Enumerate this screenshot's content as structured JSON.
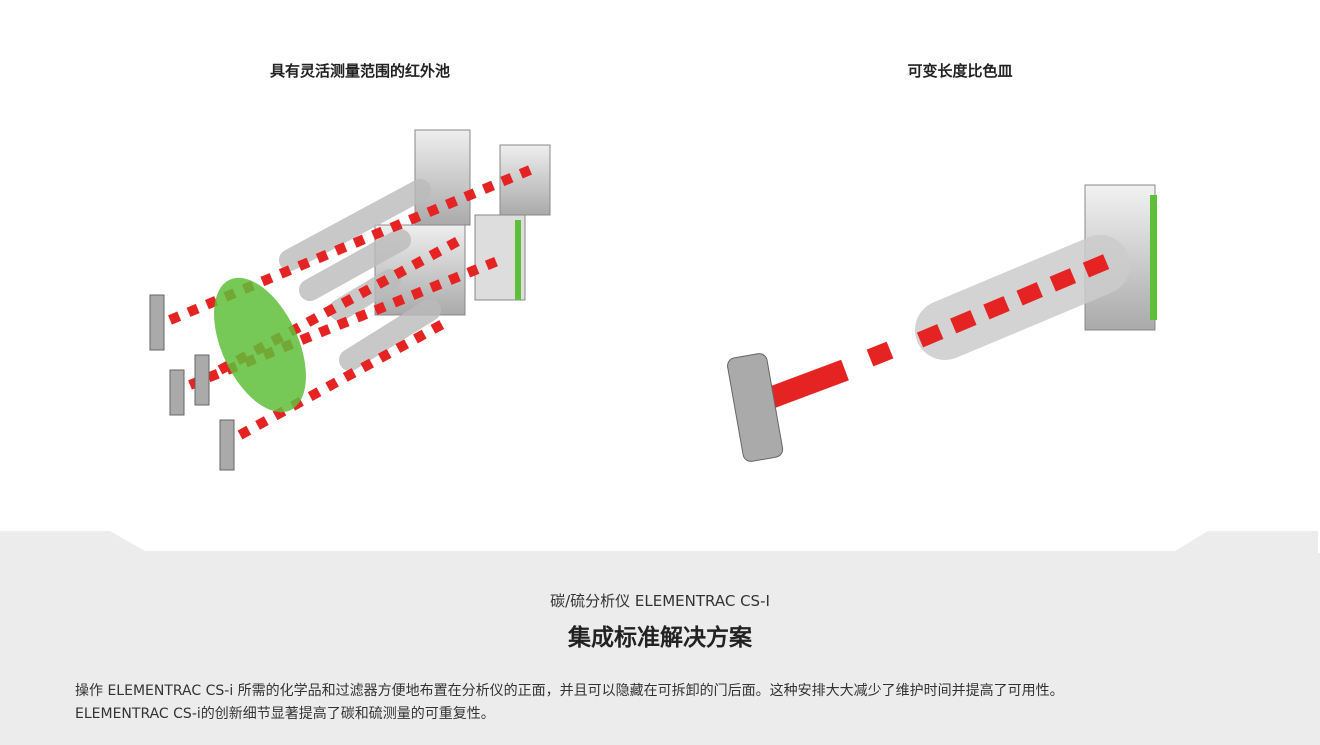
{
  "figures": [
    {
      "caption": "具有灵活测量范围的红外池",
      "image": "infrared-cell-multi-illustration"
    },
    {
      "caption": "可变长度比色皿",
      "image": "variable-length-cuvette-illustration"
    }
  ],
  "section": {
    "subtitle": "碳/硫分析仪 ELEMENTRAC CS-I",
    "title": "集成标准解决方案",
    "paragraph_1": "操作 ELEMENTRAC CS-i 所需的化学品和过滤器方便地布置在分析仪的正面，并且可以隐藏在可拆卸的门后面。这种安排大大减少了维护时间并提高了可用性。",
    "paragraph_2": "ELEMENTRAC CS-i的创新细节显著提高了碳和硫测量的可重复性。"
  },
  "colors": {
    "band": "#ececec",
    "beam": "#e52323",
    "filter": "#5fbf3a"
  }
}
